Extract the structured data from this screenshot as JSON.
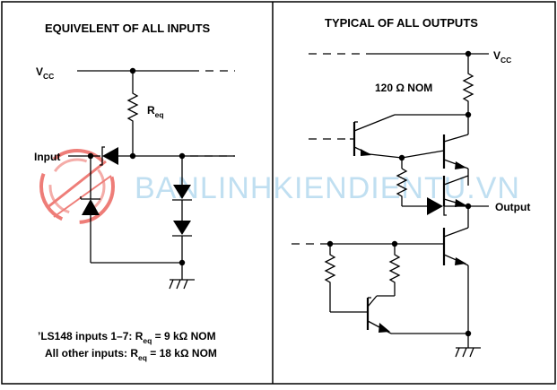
{
  "left_panel": {
    "title": "EQUIVELENT OF ALL INPUTS",
    "vcc": {
      "main": "V",
      "sub": "CC"
    },
    "req": {
      "main": "R",
      "sub": "eq"
    },
    "input_label": "Input",
    "note_line1": {
      "prefix": "’LS148 inputs 1–7: ",
      "r": "R",
      "sub": "eq",
      "suffix": " = 9 kΩ NOM"
    },
    "note_line2": {
      "prefix": "All other inputs: ",
      "r": "R",
      "sub": "eq",
      "suffix": " = 18 kΩ NOM"
    }
  },
  "right_panel": {
    "title": "TYPICAL OF ALL OUTPUTS",
    "vcc": {
      "main": "V",
      "sub": "CC"
    },
    "resistor_label": "120 Ω NOM",
    "output_label": "Output"
  },
  "watermark": {
    "text": "BANLINHKIENDIENTU.VN",
    "color": "#8ec6e6",
    "logo_color": "#e8473f"
  }
}
